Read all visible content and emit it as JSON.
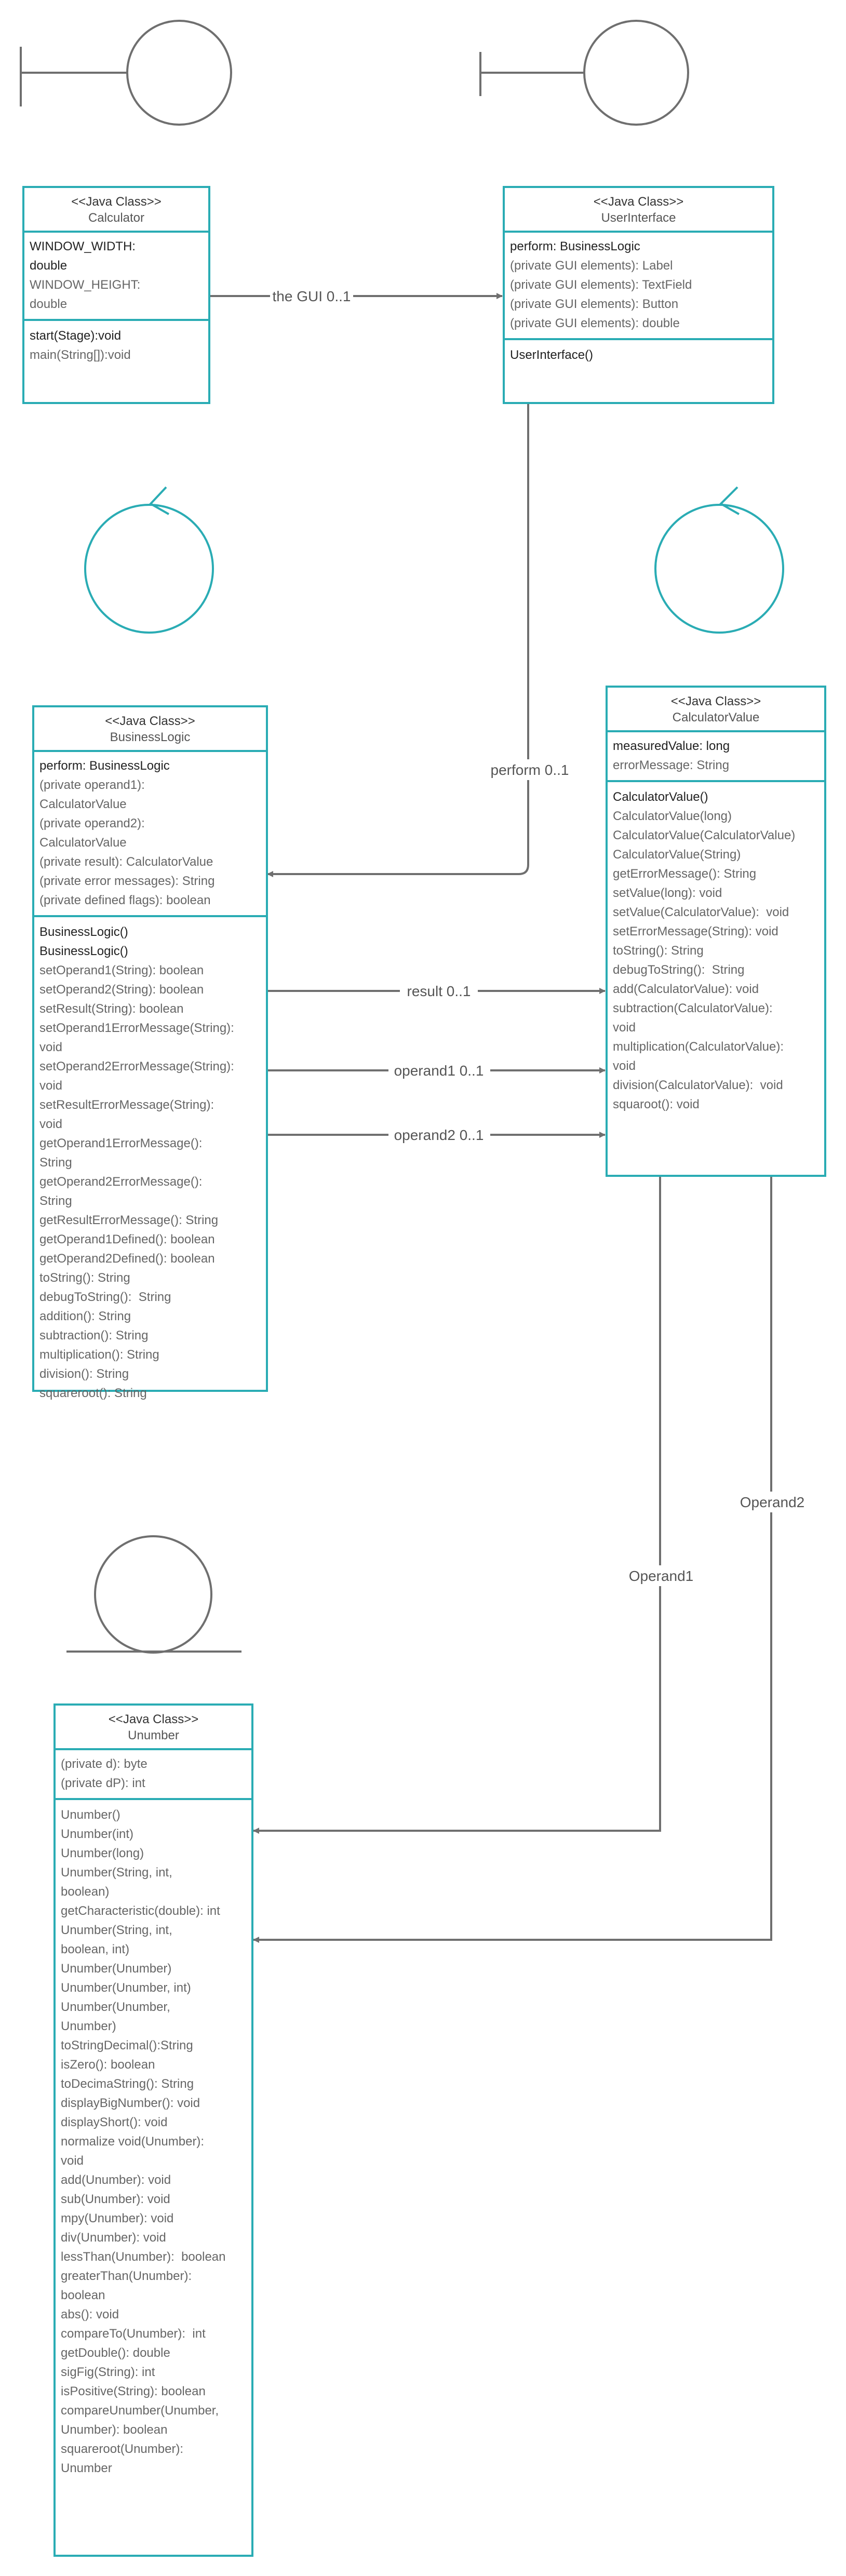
{
  "diagram": {
    "stereotype": "<<Java Class>>",
    "classes": {
      "calculator": {
        "name": "Calculator",
        "attributes": [
          {
            "text": "WINDOW_WIDTH:",
            "emphasis": true
          },
          {
            "text": "double",
            "emphasis": true
          },
          {
            "text": "WINDOW_HEIGHT:",
            "emphasis": false
          },
          {
            "text": "double",
            "emphasis": false
          }
        ],
        "operations": [
          {
            "text": "start(Stage):void",
            "emphasis": true
          },
          {
            "text": "main(String[]):void",
            "emphasis": false
          }
        ]
      },
      "userinterface": {
        "name": "UserInterface",
        "attributes": [
          {
            "text": "perform: BusinessLogic",
            "emphasis": true
          },
          {
            "text": "(private GUI elements): Label",
            "emphasis": false
          },
          {
            "text": "(private GUI elements): TextField",
            "emphasis": false
          },
          {
            "text": "(private GUI elements): Button",
            "emphasis": false
          },
          {
            "text": "(private GUI elements): double",
            "emphasis": false
          }
        ],
        "operations": [
          {
            "text": "UserInterface()",
            "emphasis": true
          }
        ]
      },
      "businesslogic": {
        "name": "BusinessLogic",
        "attributes": [
          {
            "text": "perform: BusinessLogic",
            "emphasis": true
          },
          {
            "text": "(private operand1):",
            "emphasis": false
          },
          {
            "text": "CalculatorValue",
            "emphasis": false
          },
          {
            "text": "(private operand2):",
            "emphasis": false
          },
          {
            "text": "CalculatorValue",
            "emphasis": false
          },
          {
            "text": "(private result): CalculatorValue",
            "emphasis": false
          },
          {
            "text": "(private error messages): String",
            "emphasis": false
          },
          {
            "text": "(private defined flags): boolean",
            "emphasis": false
          }
        ],
        "operations": [
          {
            "text": "BusinessLogic()",
            "emphasis": true
          },
          {
            "text": "BusinessLogic()",
            "emphasis": true
          },
          {
            "text": "setOperand1(String): boolean",
            "emphasis": false
          },
          {
            "text": "setOperand2(String): boolean",
            "emphasis": false
          },
          {
            "text": "setResult(String): boolean",
            "emphasis": false
          },
          {
            "text": "setOperand1ErrorMessage(String):",
            "emphasis": false
          },
          {
            "text": "void",
            "emphasis": false
          },
          {
            "text": "setOperand2ErrorMessage(String):",
            "emphasis": false
          },
          {
            "text": "void",
            "emphasis": false
          },
          {
            "text": "setResultErrorMessage(String):",
            "emphasis": false
          },
          {
            "text": "void",
            "emphasis": false
          },
          {
            "text": "getOperand1ErrorMessage():",
            "emphasis": false
          },
          {
            "text": "String",
            "emphasis": false
          },
          {
            "text": "getOperand2ErrorMessage():",
            "emphasis": false
          },
          {
            "text": "String",
            "emphasis": false
          },
          {
            "text": "getResultErrorMessage(): String",
            "emphasis": false
          },
          {
            "text": "getOperand1Defined(): boolean",
            "emphasis": false
          },
          {
            "text": "getOperand2Defined(): boolean",
            "emphasis": false
          },
          {
            "text": "toString(): String",
            "emphasis": false
          },
          {
            "text": "debugToString():  String",
            "emphasis": false
          },
          {
            "text": "addition(): String",
            "emphasis": false
          },
          {
            "text": "subtraction(): String",
            "emphasis": false
          },
          {
            "text": "multiplication(): String",
            "emphasis": false
          },
          {
            "text": "division(): String",
            "emphasis": false
          },
          {
            "text": "squareroot(): String",
            "emphasis": false
          }
        ]
      },
      "calculatorvalue": {
        "name": "CalculatorValue",
        "attributes": [
          {
            "text": "measuredValue: long",
            "emphasis": true
          },
          {
            "text": "errorMessage: String",
            "emphasis": false
          }
        ],
        "operations": [
          {
            "text": "CalculatorValue()",
            "emphasis": true
          },
          {
            "text": "CalculatorValue(long)",
            "emphasis": false
          },
          {
            "text": "CalculatorValue(CalculatorValue)",
            "emphasis": false
          },
          {
            "text": "CalculatorValue(String)",
            "emphasis": false
          },
          {
            "text": "getErrorMessage(): String",
            "emphasis": false
          },
          {
            "text": "setValue(long): void",
            "emphasis": false
          },
          {
            "text": "setValue(CalculatorValue):  void",
            "emphasis": false
          },
          {
            "text": "setErrorMessage(String): void",
            "emphasis": false
          },
          {
            "text": "toString(): String",
            "emphasis": false
          },
          {
            "text": "debugToString():  String",
            "emphasis": false
          },
          {
            "text": "add(CalculatorValue): void",
            "emphasis": false
          },
          {
            "text": "subtraction(CalculatorValue):",
            "emphasis": false
          },
          {
            "text": "void",
            "emphasis": false
          },
          {
            "text": "multiplication(CalculatorValue):",
            "emphasis": false
          },
          {
            "text": "void",
            "emphasis": false
          },
          {
            "text": "division(CalculatorValue):  void",
            "emphasis": false
          },
          {
            "text": "squaroot(): void",
            "emphasis": false
          }
        ]
      },
      "unumber": {
        "name": "Unumber",
        "attributes": [
          {
            "text": "(private d): byte",
            "emphasis": false
          },
          {
            "text": "(private dP): int",
            "emphasis": false
          }
        ],
        "operations": [
          {
            "text": "Unumber()",
            "emphasis": false
          },
          {
            "text": "Unumber(int)",
            "emphasis": false
          },
          {
            "text": "Unumber(long)",
            "emphasis": false
          },
          {
            "text": "Unumber(String, int,",
            "emphasis": false
          },
          {
            "text": "boolean)",
            "emphasis": false
          },
          {
            "text": "getCharacteristic(double): int",
            "emphasis": false
          },
          {
            "text": "Unumber(String, int,",
            "emphasis": false
          },
          {
            "text": "boolean, int)",
            "emphasis": false
          },
          {
            "text": "Unumber(Unumber)",
            "emphasis": false
          },
          {
            "text": "Unumber(Unumber, int)",
            "emphasis": false
          },
          {
            "text": "Unumber(Unumber,",
            "emphasis": false
          },
          {
            "text": "Unumber)",
            "emphasis": false
          },
          {
            "text": "toStringDecimal():String",
            "emphasis": false
          },
          {
            "text": "isZero(): boolean",
            "emphasis": false
          },
          {
            "text": "toDecimaString(): String",
            "emphasis": false
          },
          {
            "text": "displayBigNumber(): void",
            "emphasis": false
          },
          {
            "text": "displayShort(): void",
            "emphasis": false
          },
          {
            "text": "normalize void(Unumber):",
            "emphasis": false
          },
          {
            "text": "void",
            "emphasis": false
          },
          {
            "text": "add(Unumber): void",
            "emphasis": false
          },
          {
            "text": "sub(Unumber): void",
            "emphasis": false
          },
          {
            "text": "mpy(Unumber): void",
            "emphasis": false
          },
          {
            "text": "div(Unumber): void",
            "emphasis": false
          },
          {
            "text": "lessThan(Unumber):  boolean",
            "emphasis": false
          },
          {
            "text": "greaterThan(Unumber):",
            "emphasis": false
          },
          {
            "text": "boolean",
            "emphasis": false
          },
          {
            "text": "abs(): void",
            "emphasis": false
          },
          {
            "text": "compareTo(Unumber):  int",
            "emphasis": false
          },
          {
            "text": "getDouble(): double",
            "emphasis": false
          },
          {
            "text": "sigFig(String): int",
            "emphasis": false
          },
          {
            "text": "isPositive(String): boolean",
            "emphasis": false
          },
          {
            "text": "compareUnumber(Unumber,",
            "emphasis": false
          },
          {
            "text": "Unumber): boolean",
            "emphasis": false
          },
          {
            "text": "squareroot(Unumber):",
            "emphasis": false
          },
          {
            "text": "Unumber",
            "emphasis": false
          }
        ]
      }
    },
    "connector_labels": {
      "the_gui": "the GUI 0..1",
      "perform": "perform 0..1",
      "result": "result 0..1",
      "operand1": "operand1 0..1",
      "operand2": "operand2 0..1",
      "operand1_ref": "Operand1",
      "operand2_ref": "Operand2"
    },
    "symbols": [
      "boundary-icon",
      "boundary-icon",
      "control-icon",
      "control-icon",
      "entity-icon"
    ],
    "colors": {
      "class_border": "#2aacb4",
      "symbol": "#6f6f6f",
      "connector": "#6f6f6f"
    }
  }
}
